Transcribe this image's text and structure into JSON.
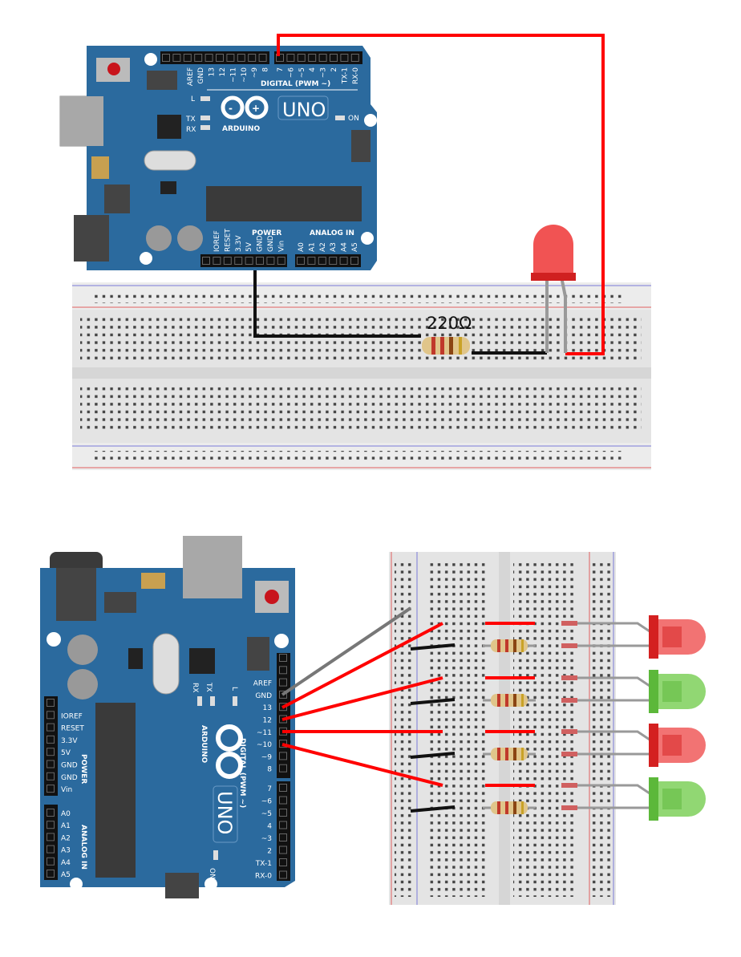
{
  "colors": {
    "board": "#2b6a9e",
    "wire_red": "#ff0000",
    "wire_black": "#111111",
    "wire_gray": "#777777",
    "led_red": "#f05a5a",
    "led_green": "#7ed05a",
    "breadboard": "#e4e4e4"
  },
  "top_circuit": {
    "board": {
      "brand": "ARDUINO",
      "model": "UNO",
      "digital_header_label": "DIGITAL (PWM ~)",
      "digital_pins_a": [
        "AREF",
        "GND",
        "13",
        "12",
        "~11",
        "~10",
        "~9",
        "8"
      ],
      "digital_pins_b": [
        "7",
        "~6",
        "~5",
        "4",
        "~3",
        "2",
        "TX-1",
        "RX-0"
      ],
      "power_label": "POWER",
      "power_pins": [
        "IOREF",
        "RESET",
        "3.3V",
        "5V",
        "GND",
        "GND",
        "Vin"
      ],
      "analog_label": "ANALOG IN",
      "analog_pins": [
        "A0",
        "A1",
        "A2",
        "A3",
        "A4",
        "A5"
      ],
      "led_labels": {
        "l": "L",
        "tx": "TX",
        "rx": "RX",
        "on": "ON"
      }
    },
    "resistor_label": "220Ω",
    "led_color": "red"
  },
  "bottom_circuit": {
    "board": {
      "brand": "ARDUINO",
      "model": "UNO",
      "digital_header_label": "DIGITAL (PWM ~)",
      "digital_pins_a": [
        "AREF",
        "GND",
        "13",
        "12",
        "~11",
        "~10",
        "~9",
        "8"
      ],
      "digital_pins_b": [
        "7",
        "~6",
        "~5",
        "4",
        "~3",
        "2",
        "TX-1",
        "RX-0"
      ],
      "power_label": "POWER",
      "power_pins": [
        "IOREF",
        "RESET",
        "3.3V",
        "5V",
        "GND",
        "GND",
        "Vin"
      ],
      "analog_label": "ANALOG IN",
      "analog_pins": [
        "A0",
        "A1",
        "A2",
        "A3",
        "A4",
        "A5"
      ],
      "led_labels": {
        "l": "L",
        "tx": "TX",
        "rx": "RX",
        "on": "ON"
      }
    },
    "leds": [
      "red",
      "green",
      "red",
      "green"
    ],
    "connected_pins": [
      "GND",
      "13",
      "12",
      "~11",
      "~10"
    ]
  }
}
